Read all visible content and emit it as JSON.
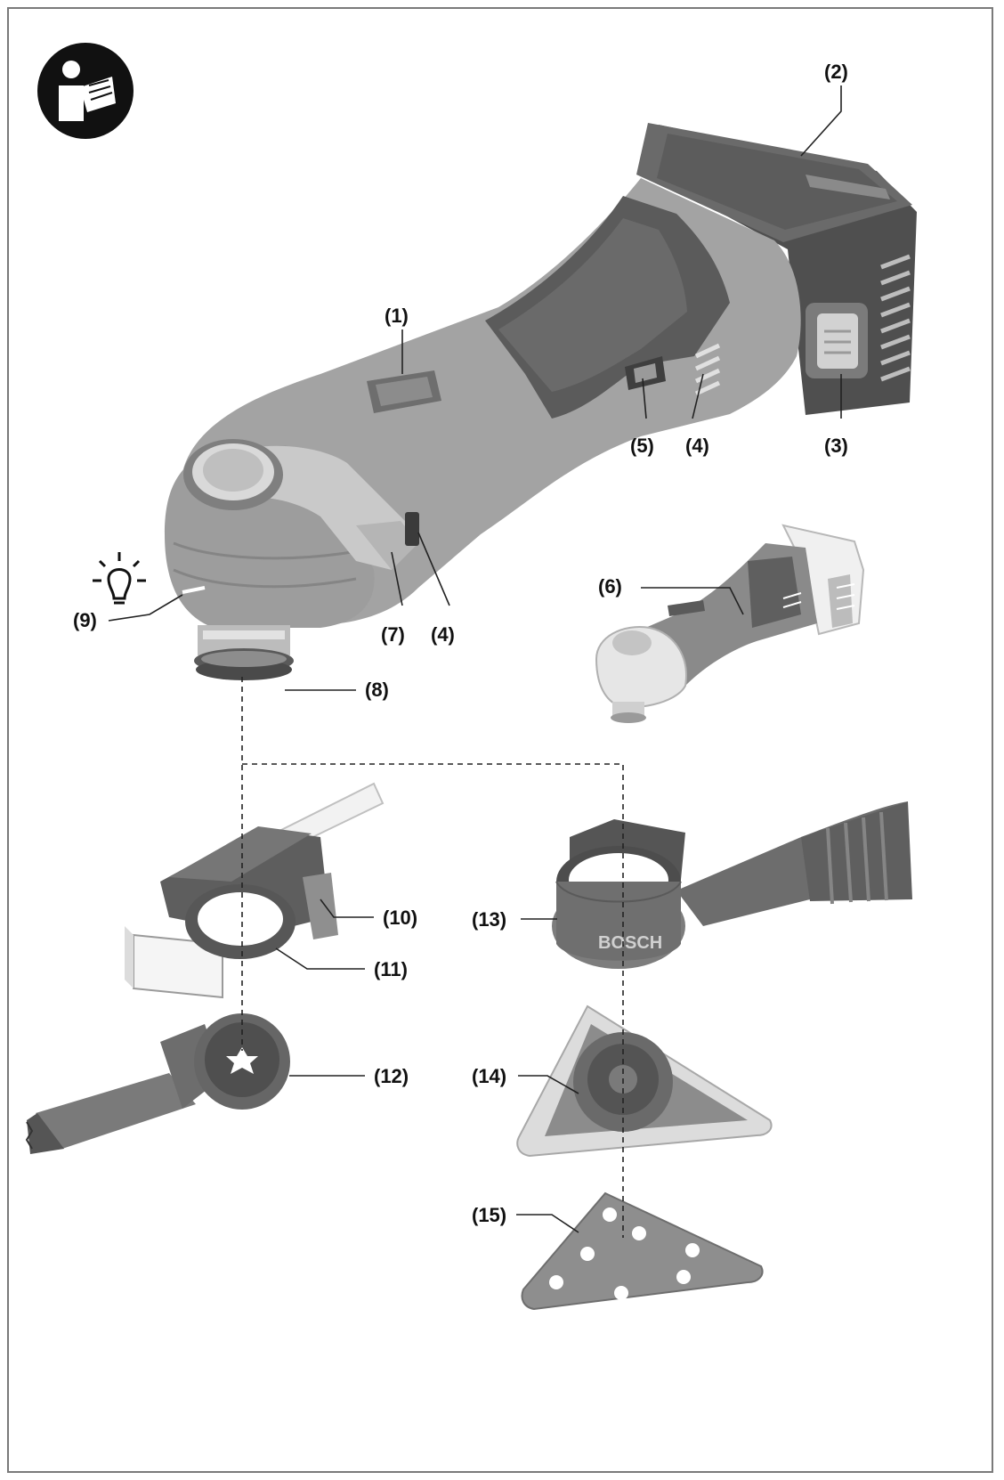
{
  "callouts": {
    "c1": "(1)",
    "c2": "(2)",
    "c3": "(3)",
    "c4a": "(4)",
    "c4b": "(4)",
    "c5": "(5)",
    "c6": "(6)",
    "c7": "(7)",
    "c8": "(8)",
    "c9": "(9)",
    "c10": "(10)",
    "c11": "(11)",
    "c12": "(12)",
    "c13": "(13)",
    "c14": "(14)",
    "c15": "(15)"
  },
  "brand_mark": "BOSCH",
  "icons": {
    "manual": "read-manual-icon",
    "light": "work-light-icon"
  },
  "colors": {
    "body": "#9b9b9b",
    "dark": "#4a4a4a",
    "grip": "#5a5a5a",
    "light_part": "#e6e6e6",
    "outline": "#7a7a7a"
  }
}
